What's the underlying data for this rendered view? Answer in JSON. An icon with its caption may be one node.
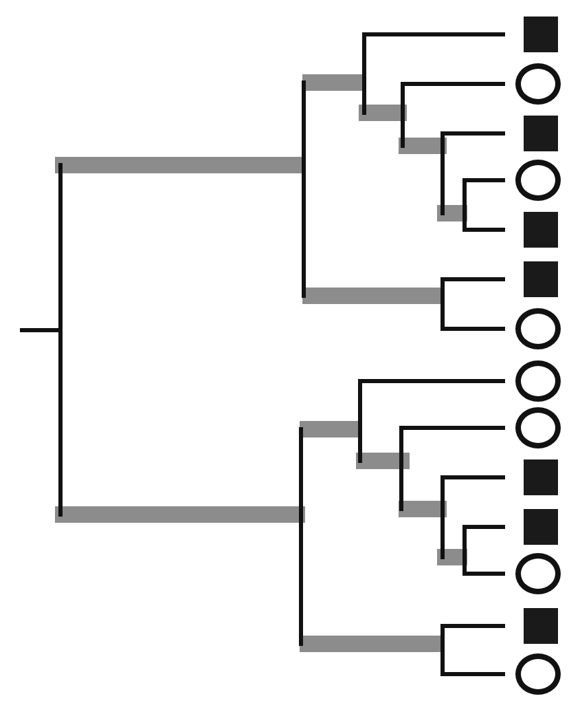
{
  "diagram": {
    "nodes": [
      {
        "text": [],
        "shape": "box"
      },
      {
        "text": [],
        "shape": "circle"
      },
      {
        "text": [],
        "shape": "box"
      },
      {
        "text": [],
        "shape": "circle"
      },
      {
        "text": [],
        "shape": "box"
      },
      {
        "text": [],
        "shape": "box"
      },
      {
        "text": [],
        "shape": "circle"
      },
      {
        "text": [],
        "shape": "circle"
      },
      {
        "text": [],
        "shape": "circle"
      },
      {
        "text": [],
        "shape": "box"
      },
      {
        "text": [],
        "shape": "box"
      },
      {
        "text": [],
        "shape": "circle"
      },
      {
        "text": [],
        "shape": "box"
      },
      {
        "text": [],
        "shape": "circle"
      }
    ]
  }
}
